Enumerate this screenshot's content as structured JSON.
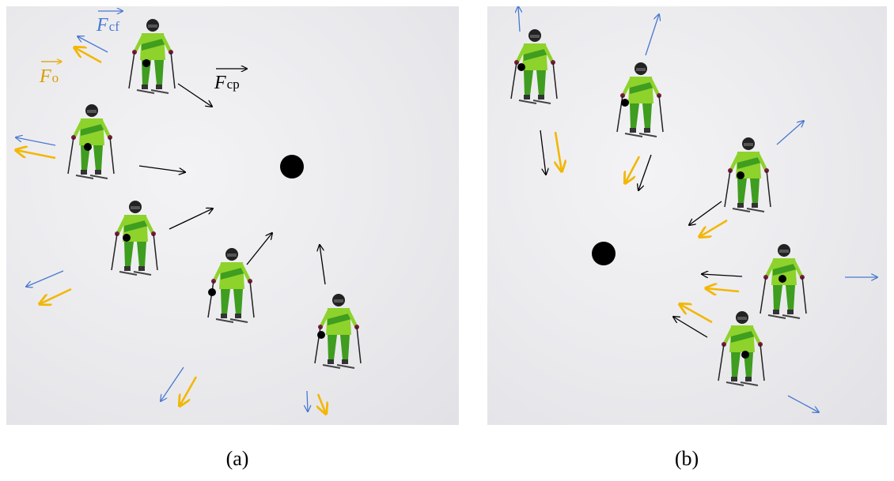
{
  "figure": {
    "caption_a": "(a)",
    "caption_b": "(b)",
    "label_cf_symbol": "F",
    "label_cf_sub": "cf",
    "label_o_symbol": "F",
    "label_o_sub": "o",
    "label_cp_symbol": "F",
    "label_cp_sub": "cp"
  },
  "colors": {
    "centrifugal_arrow": "#4a78d0",
    "other_arrow": "#f2b705",
    "centripetal_arrow": "#000000",
    "skier_jacket": "#8ed22c",
    "skier_pants": "#3f9d1f",
    "snow": "#ececef"
  },
  "icons": {
    "skier": "skier-figure-icon",
    "center": "center-of-rotation-dot-icon"
  }
}
